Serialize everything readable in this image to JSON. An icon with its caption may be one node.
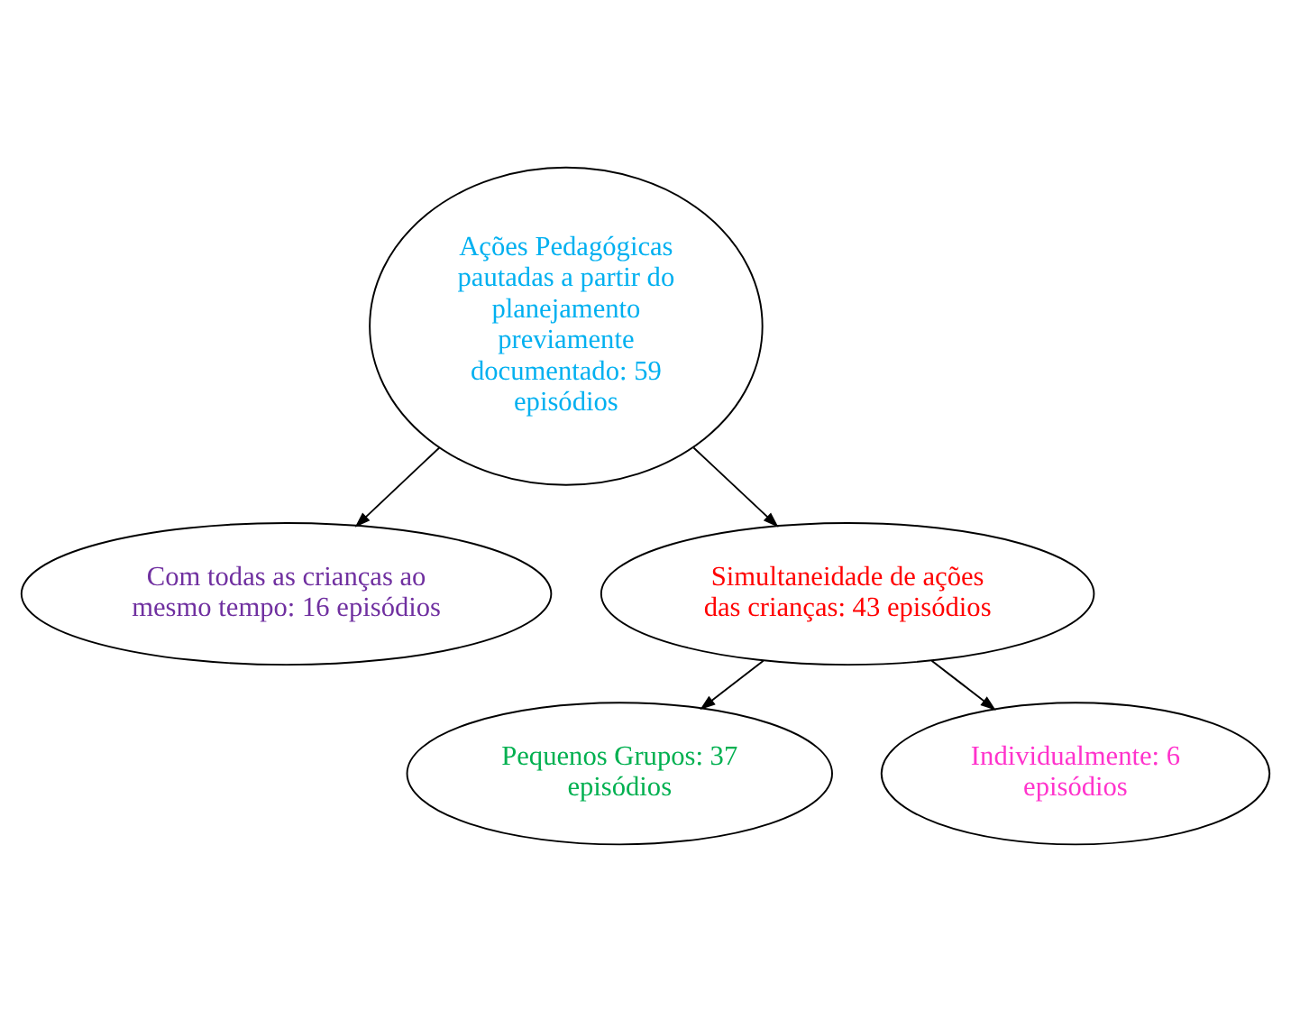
{
  "diagram": {
    "nodes": [
      {
        "text": [
          "Ações Pedagógicas pautadas a partir do planejamento previamente documentado: 59 episódios"
        ]
      },
      {
        "text": [
          "Com todas as crianças ao mesmo tempo: 16 episódios"
        ]
      },
      {
        "text": [
          "Simultaneidade de ações das crianças: 43 episódios"
        ]
      },
      {
        "text": [
          "Pequenos Grupos: 37 episódios"
        ]
      },
      {
        "text": [
          "Individualmente: 6 episódios"
        ]
      }
    ],
    "edges": [
      {
        "from": 0,
        "to": 1,
        "arrow": "to"
      },
      {
        "from": 0,
        "to": 2,
        "arrow": "to"
      },
      {
        "from": 2,
        "to": 3,
        "arrow": "to"
      },
      {
        "from": 2,
        "to": 4,
        "arrow": "to"
      }
    ]
  }
}
